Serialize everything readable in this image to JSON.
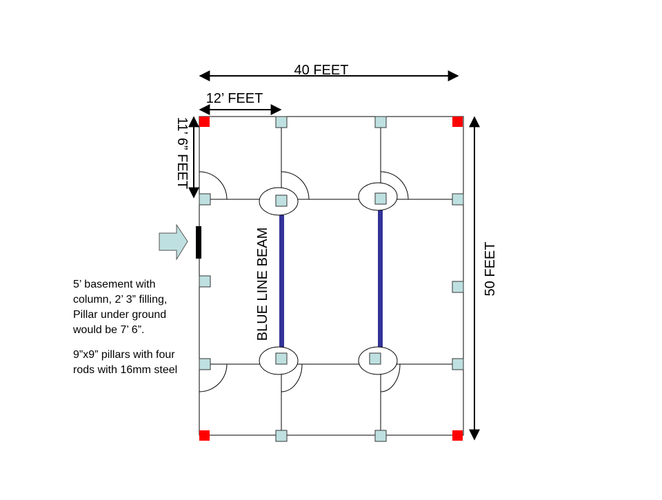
{
  "labels": {
    "width_total": "40 FEET",
    "width_bay": "12’ FEET",
    "height_bay": "11’ 6” FEET",
    "height_total": "50 FEET",
    "beam": "BLUE LINE BEAM"
  },
  "notes": {
    "basement": "5’ basement with\ncolumn, 2’ 3” filling,\nPillar under ground\nwould be 7’ 6”.",
    "pillars": "9”x9” pillars with four\nrods with 16mm steel"
  },
  "colors": {
    "corner_pillar": "#ff0000",
    "pillar": "#bfe0e0",
    "beam": "#333399",
    "entry_arrow": "#bfe0e0"
  }
}
